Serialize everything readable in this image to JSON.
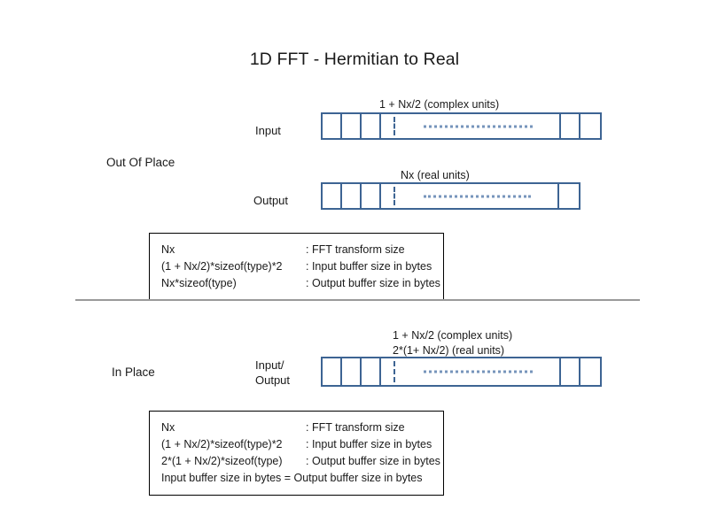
{
  "title": "1D FFT - Hermitian to Real",
  "colors": {
    "bar_border": "#3D6493",
    "dots": "#7694BB",
    "divider": "#9a9a9a",
    "legend_border": "#000000",
    "text": "#1a1a1a"
  },
  "sections": {
    "out_of_place": {
      "label": "Out Of Place",
      "rows": [
        {
          "row_label": "Input",
          "caption": "1 + Nx/2 (complex units)"
        },
        {
          "row_label": "Output",
          "caption": "Nx (real units)"
        }
      ],
      "legend": {
        "rows": [
          {
            "term": "Nx",
            "desc": ": FFT transform size"
          },
          {
            "term": "(1 + Nx/2)*sizeof(type)*2",
            "desc": ": Input buffer size in bytes"
          },
          {
            "term": "Nx*sizeof(type)",
            "desc": ": Output buffer size in bytes"
          }
        ]
      }
    },
    "in_place": {
      "label": "In Place",
      "row_label_line1": "Input/",
      "row_label_line2": "Output",
      "caption_line1": "1 + Nx/2 (complex units)",
      "caption_line2": "2*(1+ Nx/2) (real units)",
      "legend": {
        "rows": [
          {
            "term": "Nx",
            "desc": ": FFT transform size"
          },
          {
            "term": "(1 + Nx/2)*sizeof(type)*2",
            "desc": ": Input buffer size in bytes"
          },
          {
            "term": "2*(1 + Nx/2)*sizeof(type)",
            "desc": ": Output buffer size in bytes"
          }
        ],
        "note": "Input buffer size in bytes = Output buffer size in bytes"
      }
    }
  }
}
